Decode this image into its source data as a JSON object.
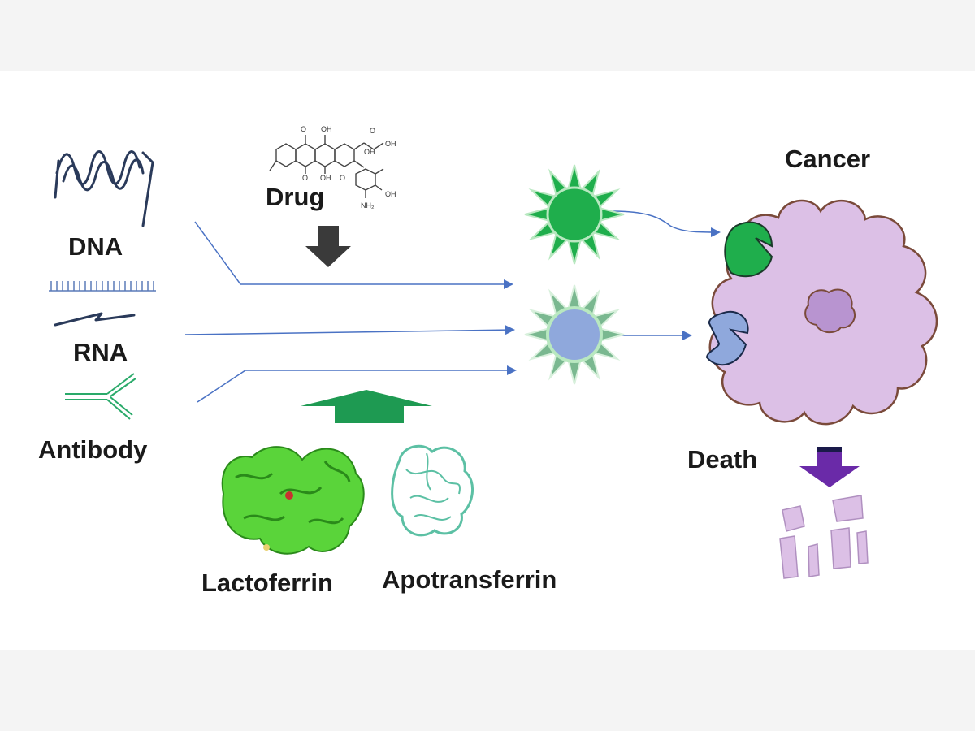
{
  "labels": {
    "dna": "DNA",
    "rna": "RNA",
    "antibody": "Antibody",
    "drug": "Drug",
    "cancer": "Cancer",
    "death": "Death",
    "lactoferrin": "Lactoferrin",
    "apotransferrin": "Apotransferrin"
  },
  "colors": {
    "arrow_line": "#4a72c4",
    "drug_arrow": "#3a3a3a",
    "protein_arrow": "#1e9a52",
    "death_arrow": "#6a2aa8",
    "cell_fill": "#dcc0e6",
    "cell_outline": "#7a4a3a",
    "nucleus_fill": "#b894d0",
    "sun_green": "#1fae4c",
    "sun_blue": "#8fa8dc",
    "receptor_green": "#1fae4c",
    "receptor_blue": "#8fa8dc",
    "lactoferrin_green": "#33cc22",
    "apotransferrin_teal": "#5cc0a4",
    "antibody_green": "#2aaa6a",
    "dna_navy": "#2a3a5a"
  },
  "icons": {
    "dna": "dna-helix-icon",
    "dna_ladder": "dna-ladder-icon",
    "rna": "rna-strand-icon",
    "antibody": "antibody-icon",
    "drug": "drug-molecule-icon",
    "lactoferrin": "lactoferrin-protein-icon",
    "apotransferrin": "apotransferrin-protein-icon",
    "cancer": "cancer-cell-icon",
    "fragments": "cell-fragments-icon"
  }
}
